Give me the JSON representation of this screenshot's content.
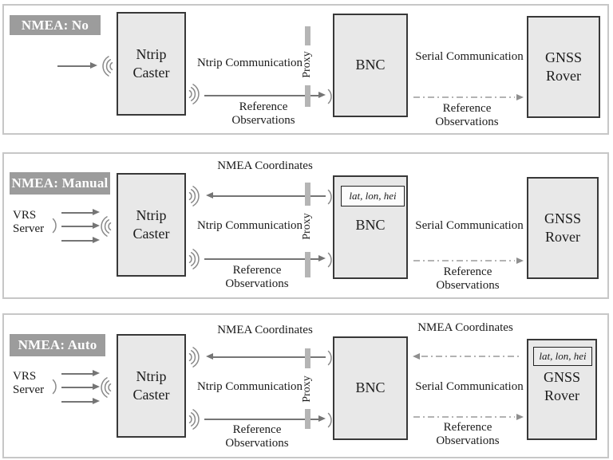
{
  "colors": {
    "panel_border": "#c7c7c7",
    "box_fill": "#e8e8e8",
    "box_border": "#383838",
    "tag_background": "#9c9c9c",
    "tag_text": "#ffffff",
    "solid_arrow": "#757575",
    "dashdot_arrow": "#9a9a9a",
    "proxy_bar": "#b5b5b5"
  },
  "icons": {
    "wifi_out": "triple-arc radio signal (radiating right)",
    "wifi_in": "triple-arc radio signal (radiating left)",
    "antenna": "single-arc receiver"
  },
  "panels": [
    {
      "tag": "NMEA: No",
      "caster_label": "Ntrip Caster",
      "bnc_label": "BNC",
      "rover_label": "GNSS Rover",
      "proxy_label": "Proxy",
      "ntrip_communication_label": "Ntrip Communication",
      "serial_communication_label": "Serial Communication",
      "reference_observations_caster_bnc": "Reference Observations",
      "reference_observations_bnc_rover": "Reference Observations"
    },
    {
      "tag": "NMEA: Manual",
      "vrs_server_label": "VRS Server",
      "caster_label": "Ntrip Caster",
      "bnc_label": "BNC",
      "rover_label": "GNSS Rover",
      "bnc_lat_lon_hei": "lat, lon, hei",
      "proxy_label": "Proxy",
      "nmea_coordinates_bnc_caster": "NMEA Coordinates",
      "ntrip_communication_label": "Ntrip Communication",
      "serial_communication_label": "Serial Communication",
      "reference_observations_caster_bnc": "Reference Observations",
      "reference_observations_bnc_rover": "Reference Observations"
    },
    {
      "tag": "NMEA: Auto",
      "vrs_server_label": "VRS Server",
      "caster_label": "Ntrip Caster",
      "bnc_label": "BNC",
      "rover_label": "GNSS Rover",
      "rover_lat_lon_hei": "lat, lon, hei",
      "proxy_label": "Proxy",
      "nmea_coordinates_bnc_caster": "NMEA Coordinates",
      "nmea_coordinates_rover_bnc": "NMEA Coordinates",
      "ntrip_communication_label": "Ntrip Communication",
      "serial_communication_label": "Serial Communication",
      "reference_observations_caster_bnc": "Reference Observations",
      "reference_observations_bnc_rover": "Reference Observations"
    }
  ]
}
